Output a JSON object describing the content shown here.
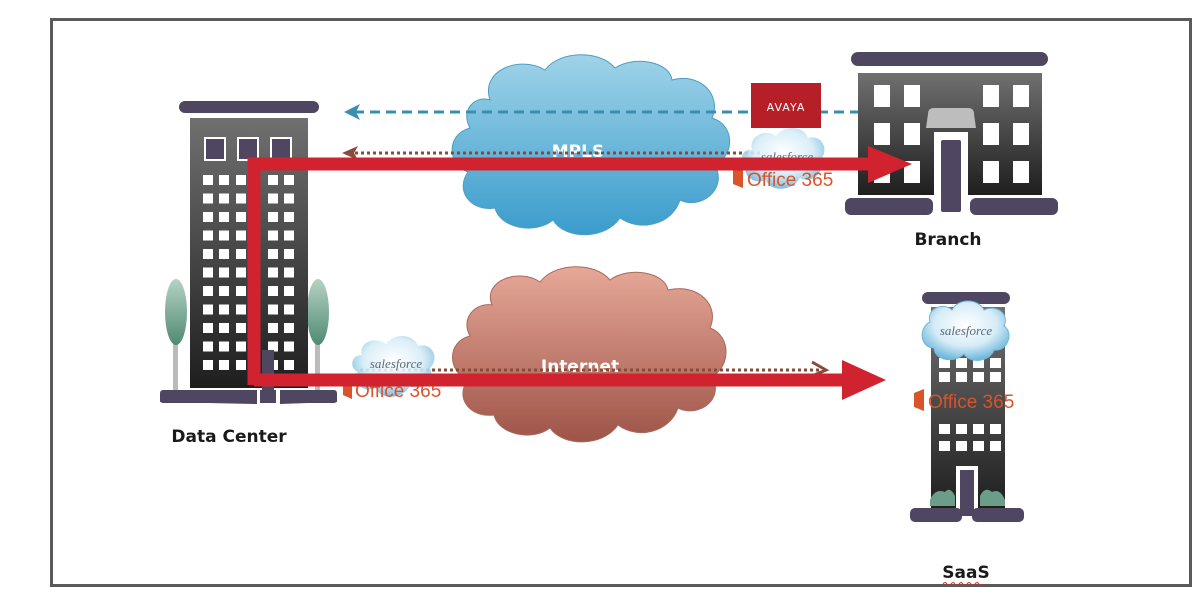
{
  "diagram": {
    "nodes": {
      "data_center": {
        "label": "Data Center"
      },
      "branch": {
        "label": "Branch"
      },
      "saas": {
        "label": "SaaS"
      }
    },
    "clouds": {
      "mpls": {
        "label": "MPLS",
        "color": "#5bb3d6"
      },
      "internet": {
        "label": "Internet",
        "color": "#c4786a"
      }
    },
    "apps": {
      "avaya": "AVAYA",
      "salesforce": "salesforce",
      "office365": "Office 365"
    },
    "colors": {
      "traffic_arrow": "#d0232f",
      "voice_dashed": "#3a8fb0",
      "data_dotted": "#8a4a3a",
      "building_dark": "#2e2e30",
      "building_trim": "#4f4661",
      "tree": "#6a9e88",
      "avaya_red": "#c0202a",
      "office_orange": "#d9532b"
    },
    "edges": [
      {
        "from": "branch",
        "to": "data_center",
        "style": "dashed",
        "via": "mpls",
        "app": "AVAYA"
      },
      {
        "from": "branch",
        "to": "data_center",
        "style": "dotted",
        "via": "mpls",
        "app": "salesforce / Office 365"
      },
      {
        "from": "data_center",
        "to": "branch",
        "style": "thick-arrow",
        "via": "mpls"
      },
      {
        "from": "data_center",
        "to": "saas",
        "style": "dotted",
        "via": "internet",
        "app": "salesforce / Office 365"
      },
      {
        "from": "data_center",
        "to": "saas",
        "style": "thick-arrow",
        "via": "internet"
      }
    ]
  }
}
